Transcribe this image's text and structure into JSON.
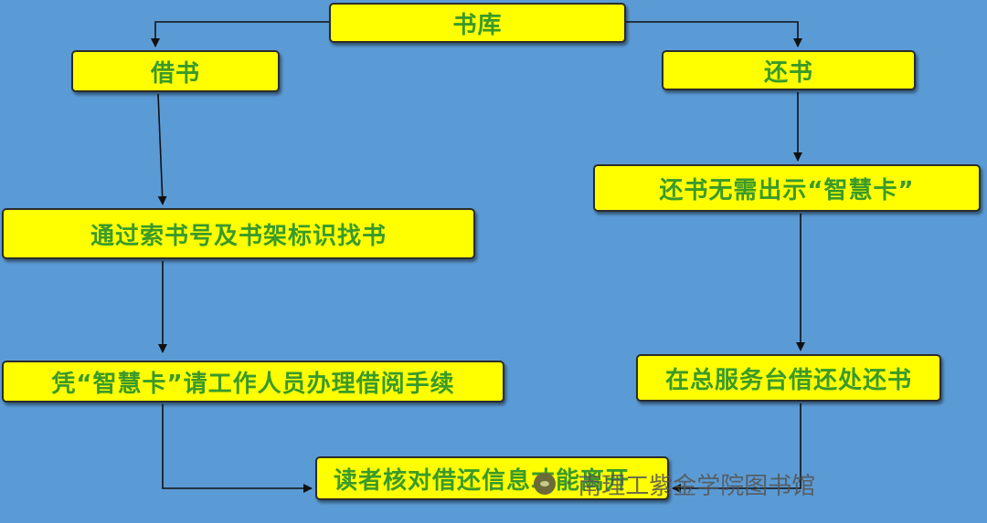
{
  "nodes": {
    "library": "书库",
    "borrow": "借书",
    "return_book": "还书",
    "find_book": "通过索书号及书架标识找书",
    "no_card": "还书无需出示“智慧卡”",
    "card_checkout": "凭“智慧卡”请工作人员办理借阅手续",
    "service_desk": "在总服务台借还处还书",
    "verify_leave": "读者核对借还信息才能离开"
  },
  "watermark": {
    "separator": "·",
    "text": "南理工紫金学院图书馆"
  },
  "colors": {
    "background": "#5b9bd5",
    "box_fill": "#ffff00",
    "text": "#3a9a2a",
    "arrow": "#111111"
  }
}
